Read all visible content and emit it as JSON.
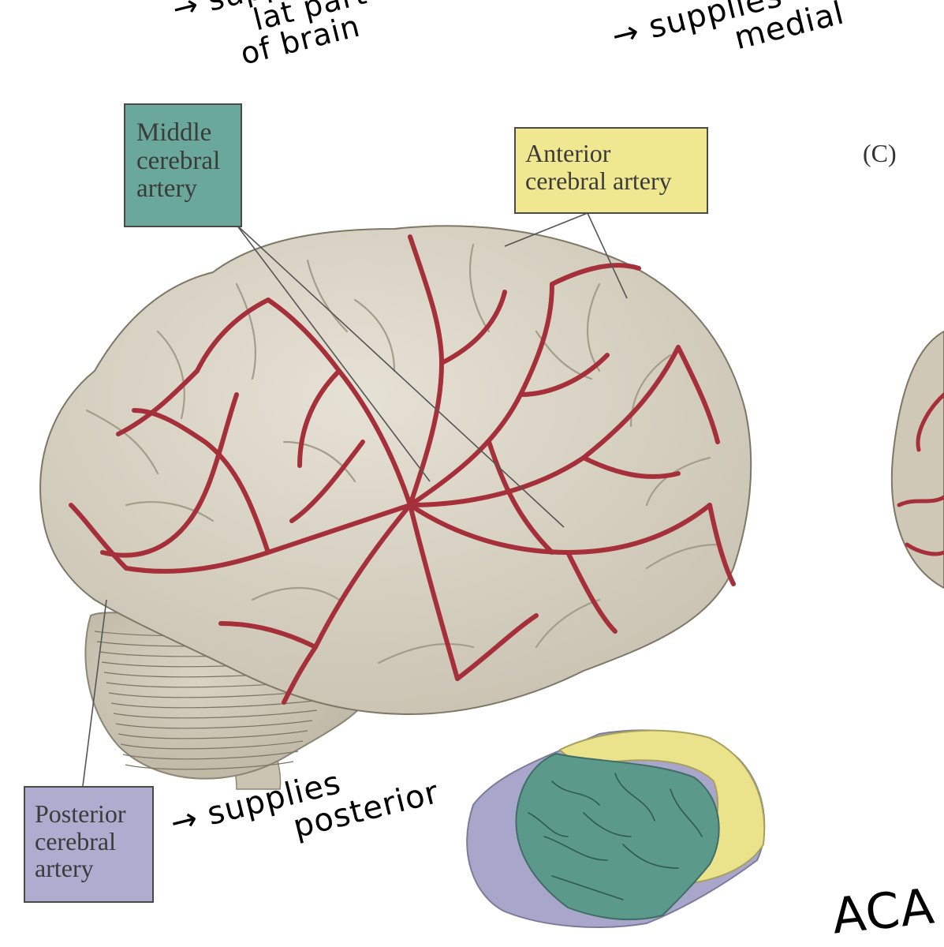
{
  "labels": {
    "mca": [
      "Middle",
      "cerebral",
      "artery"
    ],
    "aca": [
      "Anterior",
      "cerebral artery"
    ],
    "pca": [
      "Posterior",
      "cerebral",
      "artery"
    ],
    "panel": "(C)"
  },
  "handwritten_notes": {
    "mca_note": [
      "→ supplies",
      "lat part",
      "of brain"
    ],
    "aca_note": [
      "→ supplies",
      "medial"
    ],
    "pca_note": [
      "→ supplies",
      "posterior"
    ],
    "abbreviation": "ACA"
  },
  "colors": {
    "brain_tissue": "#d8d2c4",
    "artery_red": "#a5303a",
    "mca_territory": "#5b9a8b",
    "aca_territory": "#ebe38c",
    "pca_territory": "#a9a6cc",
    "mca_box_fill": "#6aa89b",
    "aca_box_fill": "#efe890",
    "pca_box_fill": "#aeadcf"
  }
}
